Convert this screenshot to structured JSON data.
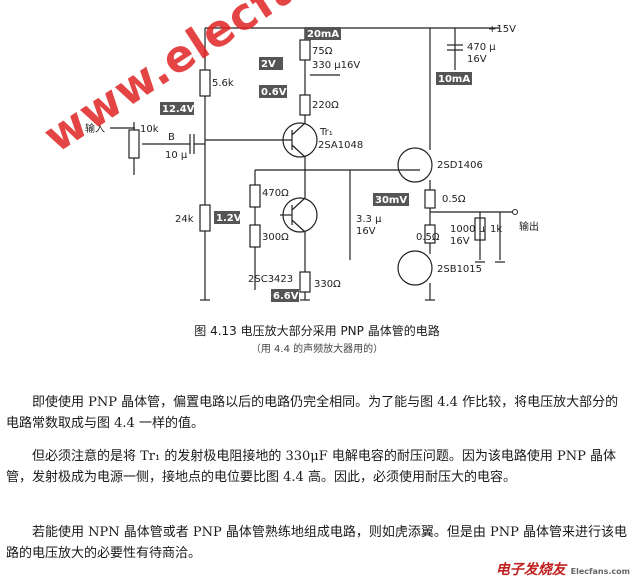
{
  "supply": "+15V",
  "input_label": "输入",
  "output_label": "输出",
  "components": {
    "r_top_bias": "5.6k",
    "r_bottom_bias": "24k",
    "vol_pot": "10k",
    "r_emitter_top": "75Ω",
    "c_emitter": "330 μ16V",
    "r_220": "220Ω",
    "tr1": "Tr₁",
    "tr1_part": "2SA1048",
    "r_470": "470Ω",
    "r_300": "300Ω",
    "c_bias": "3.3 μ",
    "c_bias_v": "16V",
    "q_vas": "2SC3423",
    "r_330": "330Ω",
    "q_npn_out": "2SD1406",
    "q_pnp_out": "2SB1015",
    "r_05a": "0.5Ω",
    "r_05b": "0.5Ω",
    "c_out": "1000 μ",
    "c_out_v": "16V",
    "r_load": "1k",
    "c_supply": "470 μ",
    "c_supply_v": "16V",
    "b_mark": "B",
    "c_in": "10 μ"
  },
  "values": {
    "i_20ma": "20mA",
    "i_10ma": "10mA",
    "v_2v": "2V",
    "v_06v": "0.6V",
    "v_124": "12.4V",
    "v_12": "1.2V",
    "v_30mv": "30mV",
    "v_66": "6.6V"
  },
  "watermark": "www.elecfans.com",
  "caption": {
    "title": "图 4.13   电压放大部分采用 PNP 晶体管的电路",
    "subtitle": "（用 4.4 的声频放大器用的）"
  },
  "paragraphs": {
    "p1": "　　即使使用 PNP 晶体管，偏置电路以后的电路仍完全相同。为了能与图 4.4 作比较，将电压放大部分的电路常数取成与图 4.4 一样的值。",
    "p2": "　　但必须注意的是将 Tr₁ 的发射极电阻接地的 330μF 电解电容的耐压问题。因为该电路使用 PNP 晶体管，发射极成为电源一侧，接地点的电位要比图 4.4 高。因此，必须使用耐压大的电容。",
    "p3": "　　若能使用 NPN 晶体管或者 PNP 晶体管熟练地组成电路，则如虎添翼。但是由 PNP 晶体管来进行该电路的电压放大的必要性有待商洽。"
  },
  "logo": {
    "main": "电子发烧友",
    "sub": "Elecfans.com"
  }
}
